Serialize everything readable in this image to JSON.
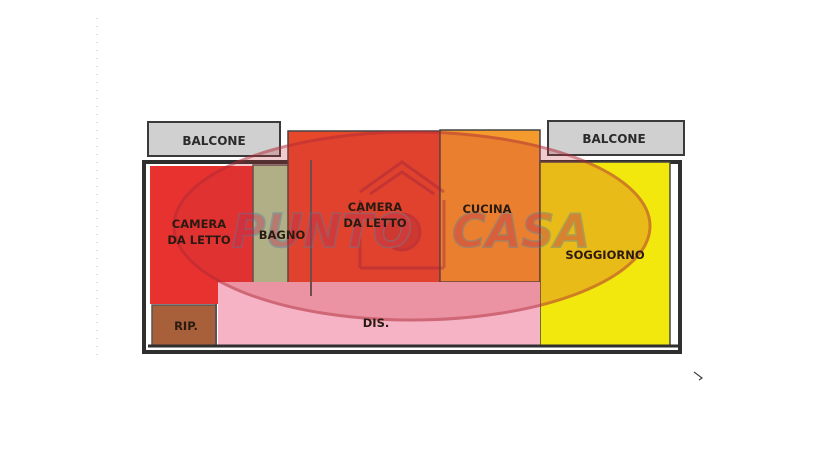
{
  "floorplan": {
    "rooms": [
      {
        "id": "camera-1",
        "label_lines": [
          "CAMERA",
          "DA LETTO"
        ],
        "color": "#e8322f"
      },
      {
        "id": "bagno",
        "label_lines": [
          "BAGNO"
        ],
        "color": "#a8d8a0"
      },
      {
        "id": "camera-2",
        "label_lines": [
          "CAMERA",
          "DA LETTO"
        ],
        "color": "#e8482a"
      },
      {
        "id": "cucina",
        "label_lines": [
          "CUCINA"
        ],
        "color": "#f59a2c"
      },
      {
        "id": "soggiorno",
        "label_lines": [
          "SOGGIORNO"
        ],
        "color": "#f3e80e"
      },
      {
        "id": "rip",
        "label_lines": [
          "RIP."
        ],
        "color": "#a8603a"
      },
      {
        "id": "dis",
        "label_lines": [
          "DIS."
        ],
        "color": "#f6b3c6"
      }
    ],
    "balconies": [
      {
        "id": "balcone-left",
        "label": "BALCONE",
        "color": "#cfcfcf"
      },
      {
        "id": "balcone-right",
        "label": "BALCONE",
        "color": "#cfcfcf"
      }
    ]
  },
  "watermark": {
    "text_left": "PUNTO",
    "text_right": "CASA",
    "oval_color": "#c8333a",
    "text_color": "#c0304a",
    "text_outline": "#6a6a8a"
  }
}
